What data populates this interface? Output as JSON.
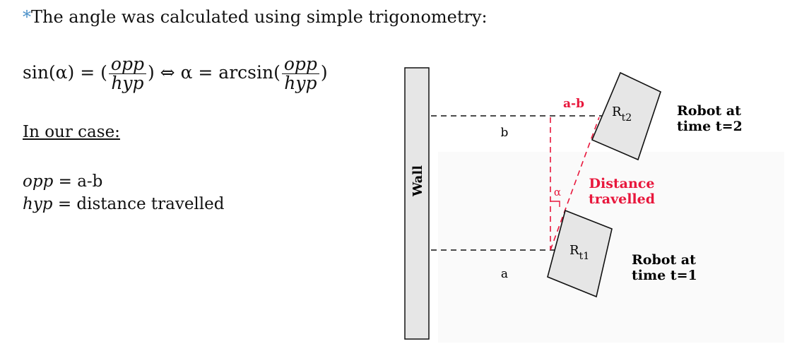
{
  "note": {
    "star": "*",
    "text": "The angle was calculated using simple trigonometry:"
  },
  "formula": {
    "lhs": "sin(α) = (",
    "num": "opp",
    "den": "hyp",
    "mid": ") ⇔ α = arcsin(",
    "end": ")"
  },
  "case": {
    "title": "In our case:",
    "opp_var": "opp",
    "opp_eq": " = a-b",
    "hyp_var": "hyp",
    "hyp_eq": " = distance travelled"
  },
  "diagram": {
    "wall_label": "Wall",
    "label_a": "a",
    "label_b": "b",
    "label_ab": "a-b",
    "label_alpha": "α",
    "distance_line1": "Distance",
    "distance_line2": "travelled",
    "robot1_base": "R",
    "robot1_sub": "t1",
    "robot2_base": "R",
    "robot2_sub": "t2",
    "robot1_caption_line1": "Robot at",
    "robot1_caption_line2": "time t=1",
    "robot2_caption_line1": "Robot at",
    "robot2_caption_line2": "time t=2",
    "colors": {
      "accent_red": "#e8173c",
      "wall_fill": "#e6e6e6",
      "robot_fill": "#e6e6e6"
    }
  }
}
